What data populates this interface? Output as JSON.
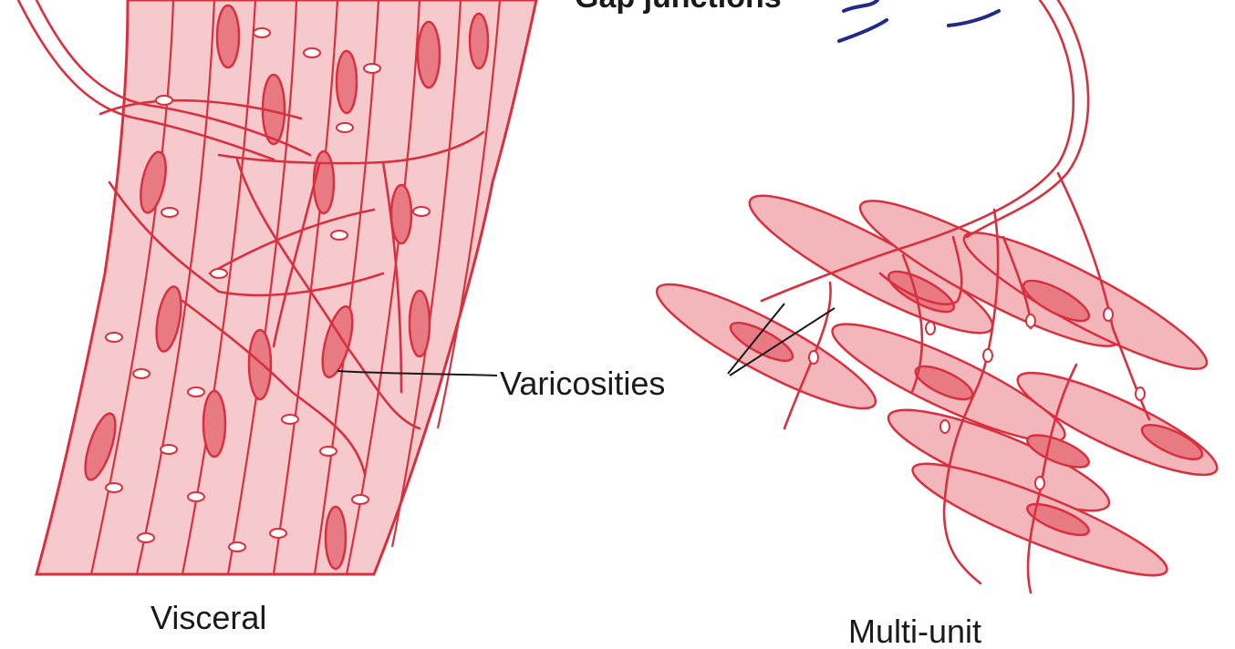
{
  "labels": {
    "top_fragment": "Gap junctions",
    "varicosities": "Varicosities",
    "visceral": "Visceral",
    "multi_unit": "Multi-unit"
  },
  "colors": {
    "tissue_fill": "#f6c9cc",
    "cell_fill": "#f2b6bb",
    "nucleus_fill": "#e87a84",
    "nerve_stroke": "#d9303f",
    "gap_junction": "#1f2a8a",
    "text": "#1a1a1a"
  }
}
